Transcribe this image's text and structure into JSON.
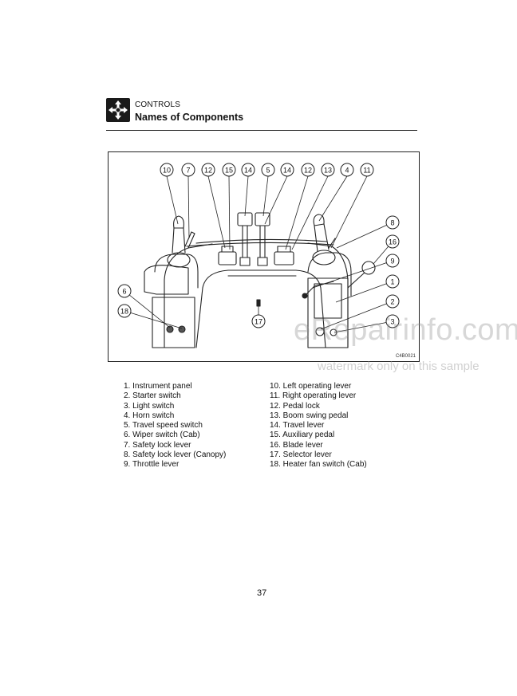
{
  "header": {
    "section_label": "CONTROLS",
    "title": "Names of Components"
  },
  "icons": {
    "header": "controls-arrows-icon"
  },
  "figure": {
    "code": "C4B0021",
    "callouts": [
      "10",
      "7",
      "12",
      "15",
      "14",
      "5",
      "14",
      "12",
      "13",
      "4",
      "11",
      "8",
      "16",
      "9",
      "1",
      "2",
      "3",
      "6",
      "18",
      "17"
    ]
  },
  "legend": {
    "left": [
      "1. Instrument panel",
      "2. Starter switch",
      "3. Light switch",
      "4. Horn switch",
      "5. Travel speed switch",
      "6. Wiper switch (Cab)",
      "7. Safety lock lever",
      "8. Safety lock lever (Canopy)",
      "9. Throttle lever"
    ],
    "right": [
      "10. Left operating lever",
      "11. Right operating lever",
      "12. Pedal lock",
      "13. Boom swing pedal",
      "14. Travel lever",
      "15. Auxiliary pedal",
      "16. Blade lever",
      "17. Selector lever",
      "18. Heater fan switch (Cab)"
    ]
  },
  "watermark": {
    "site": "eRepairinfo.com",
    "note": "watermark only on this sample"
  },
  "page_number": "37"
}
